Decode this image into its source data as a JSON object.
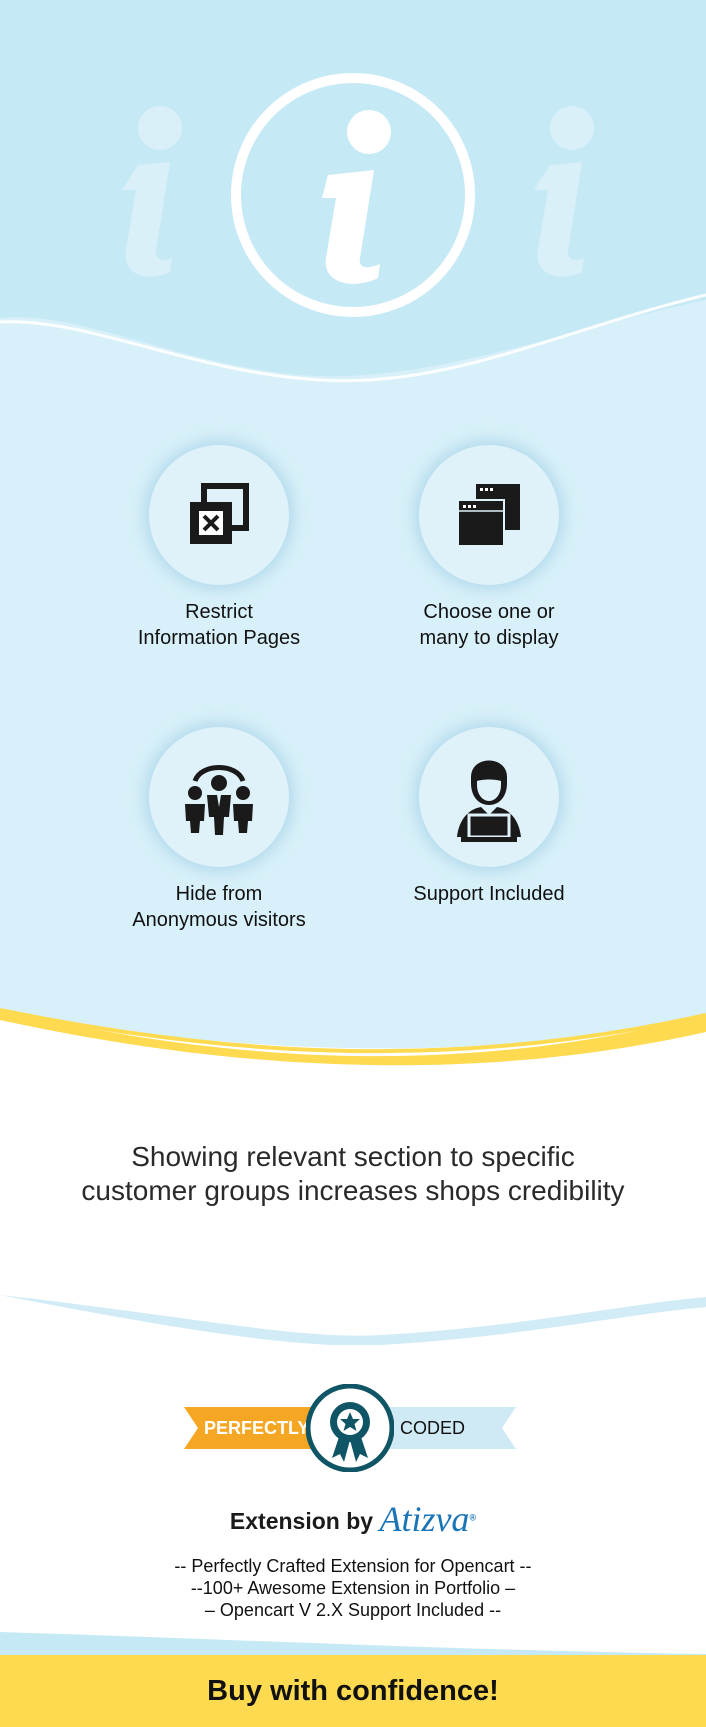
{
  "features": [
    {
      "label": "Restrict\nInformation Pages",
      "icon": "restrict-page-icon"
    },
    {
      "label": "Choose one or\nmany to display",
      "icon": "multiple-windows-icon"
    },
    {
      "label": "Hide from\nAnonymous visitors",
      "icon": "user-group-icon"
    },
    {
      "label": "Support Included",
      "icon": "support-agent-icon"
    }
  ],
  "tagline": "Showing relevant section to specific\ncustomer groups increases shops credibility",
  "badge": {
    "left_text": "PERFECTLY",
    "right_text": "CODED",
    "icon": "award-medal-icon"
  },
  "extension_by": {
    "prefix": "Extension by",
    "brand": "Atizva",
    "mark": "®"
  },
  "footer_lines": [
    "-- Perfectly Crafted Extension for Opencart --",
    "--100+ Awesome Extension in Portfolio –",
    "– Opencart V 2.X Support Included --"
  ],
  "cta": "Buy with confidence!",
  "colors": {
    "hero_top": "#c6e9f6",
    "hero_body": "#d8f0f9",
    "accent_yellow": "#fdda4f",
    "ribbon_orange": "#f5a623",
    "medal_teal": "#0f5566",
    "brand_blue": "#1a74b8"
  }
}
